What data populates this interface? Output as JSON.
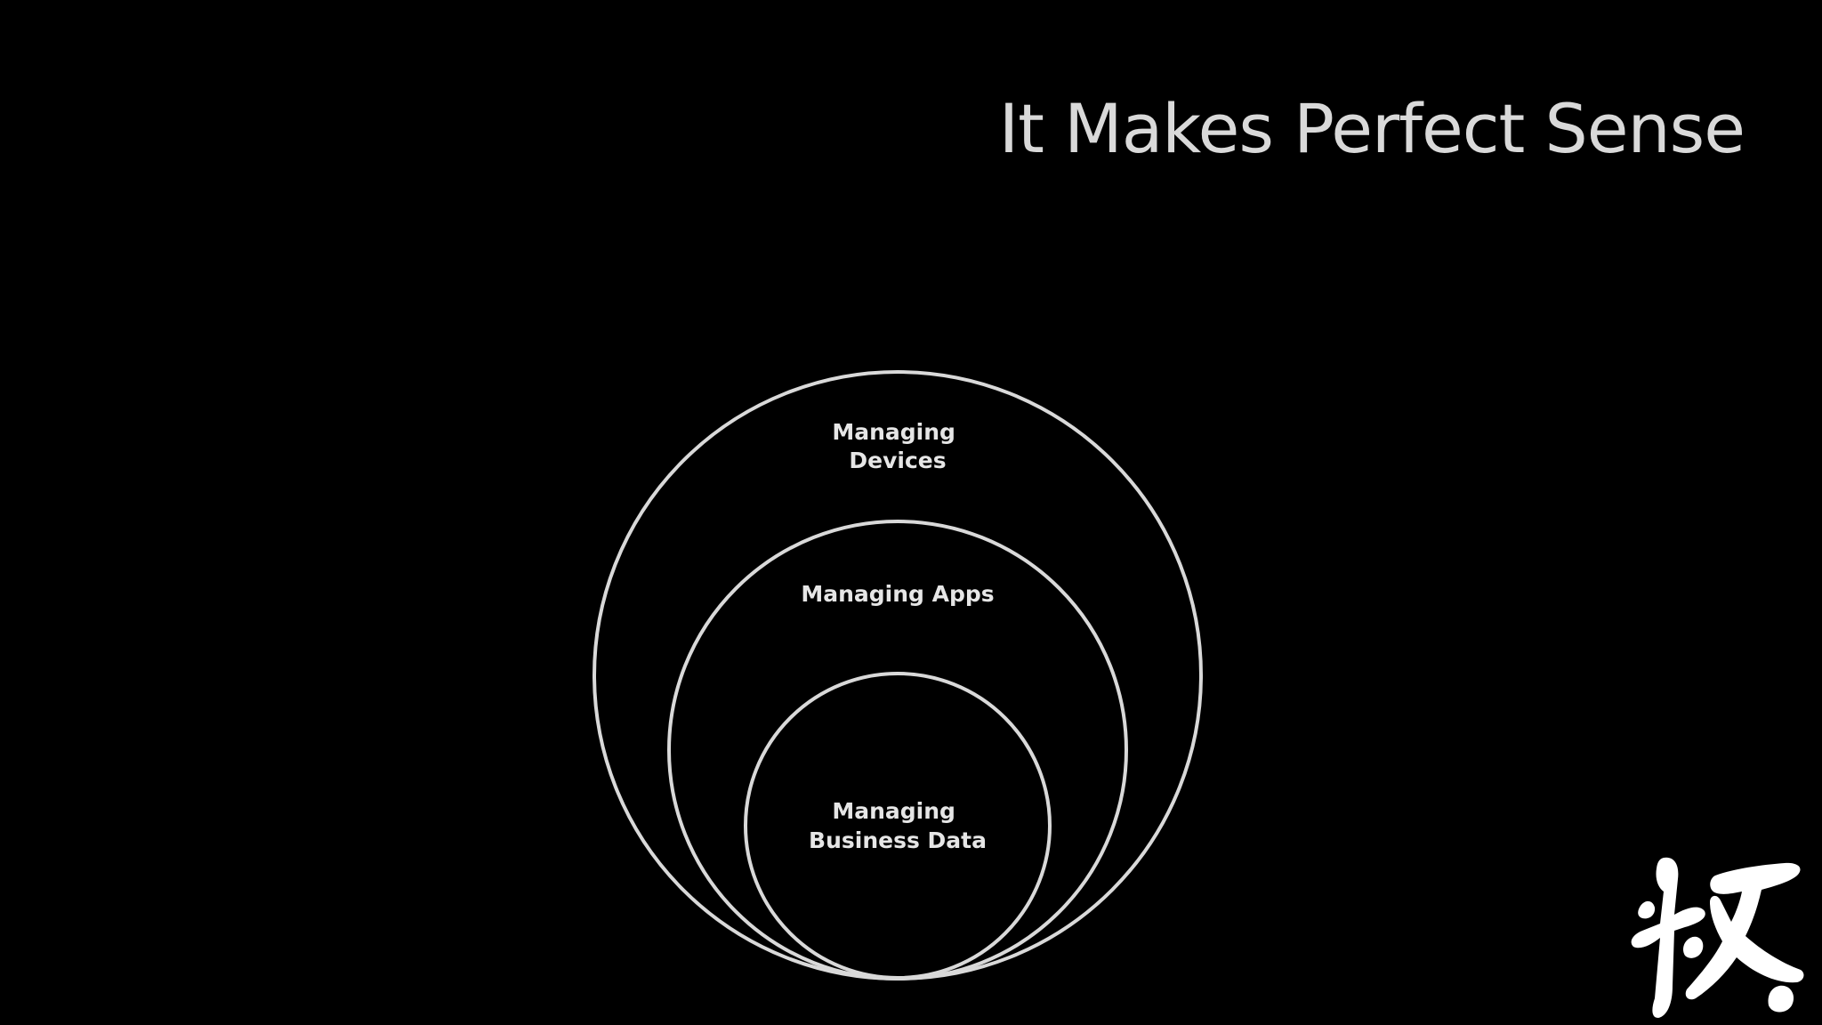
{
  "slide": {
    "title": "It Makes Perfect Sense",
    "background_color": "#000000",
    "text_color": "#d9d9d9",
    "stroke_color": "#d9d9d9"
  },
  "diagram": {
    "type": "nested-circles",
    "circles": [
      {
        "id": "outer",
        "label_lines": [
          "Managing",
          "Devices"
        ]
      },
      {
        "id": "middle",
        "label_lines": [
          "Managing Apps"
        ]
      },
      {
        "id": "inner",
        "label_lines": [
          "Managing",
          "Business Data"
        ]
      }
    ]
  },
  "logo": {
    "icon": "brush-calligraphy-logo-icon",
    "color": "#ffffff"
  }
}
